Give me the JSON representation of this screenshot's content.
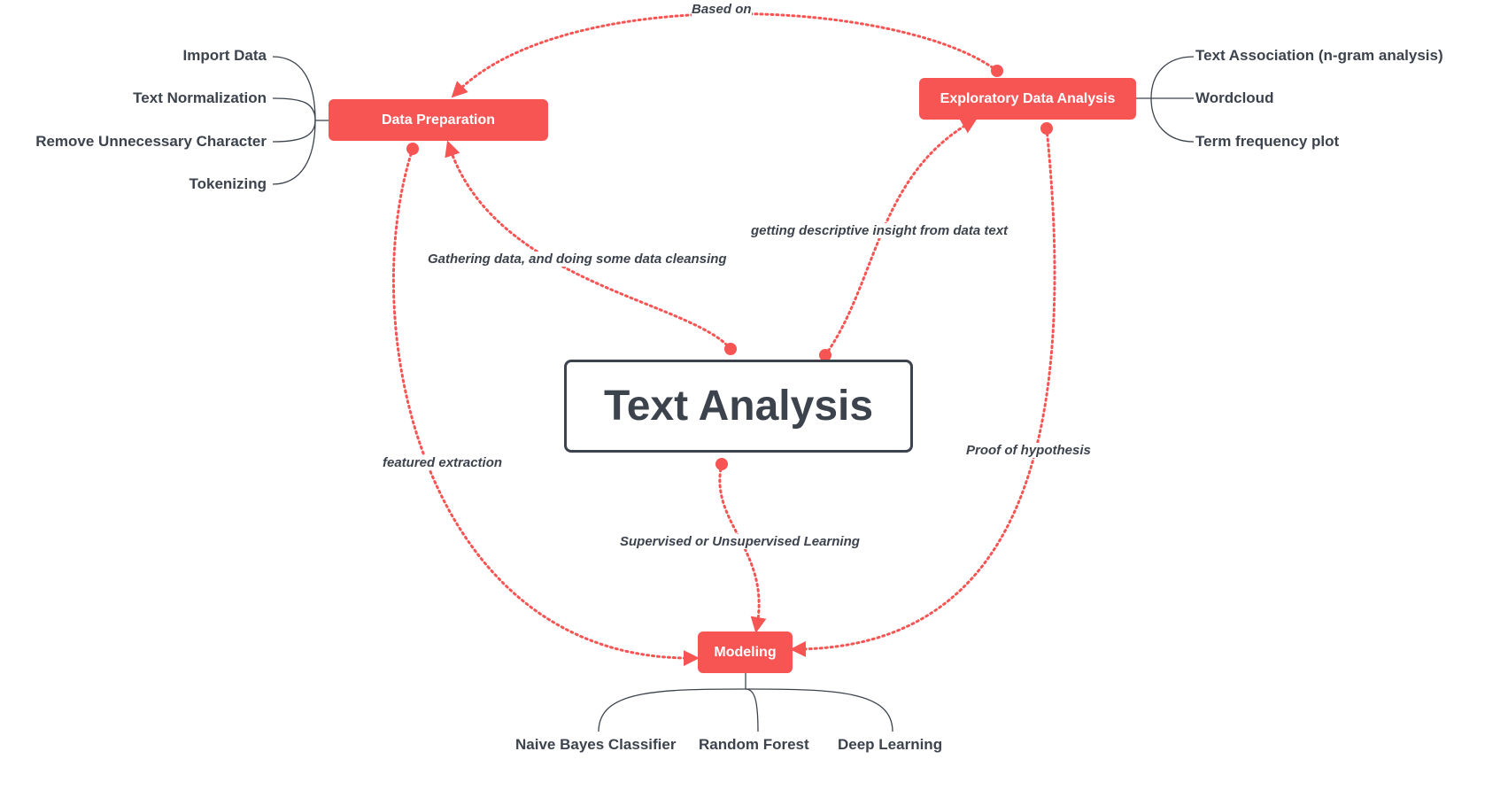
{
  "central_topic": "Text Analysis",
  "nodes": {
    "data_preparation": "Data Preparation",
    "exploratory": "Exploratory Data Analysis",
    "modeling": "Modeling"
  },
  "data_preparation_children": [
    "Import Data",
    "Text Normalization",
    "Remove Unnecessary Character",
    "Tokenizing"
  ],
  "exploratory_children": [
    "Text Association (n-gram analysis)",
    "Wordcloud",
    "Term frequency plot"
  ],
  "modeling_children": [
    "Naive Bayes Classifier",
    "Random Forest",
    "Deep Learning"
  ],
  "relationships": {
    "based_on": "Based on",
    "gathering": "Gathering data, and doing some data cleansing",
    "descriptive": "getting descriptive insight from data text",
    "featured": "featured extraction",
    "proof": "Proof of hypothesis",
    "supervised": "Supervised or Unsupervised Learning"
  },
  "colors": {
    "accent": "#f75454",
    "text": "#3d434d",
    "branch": "#3d434d"
  }
}
